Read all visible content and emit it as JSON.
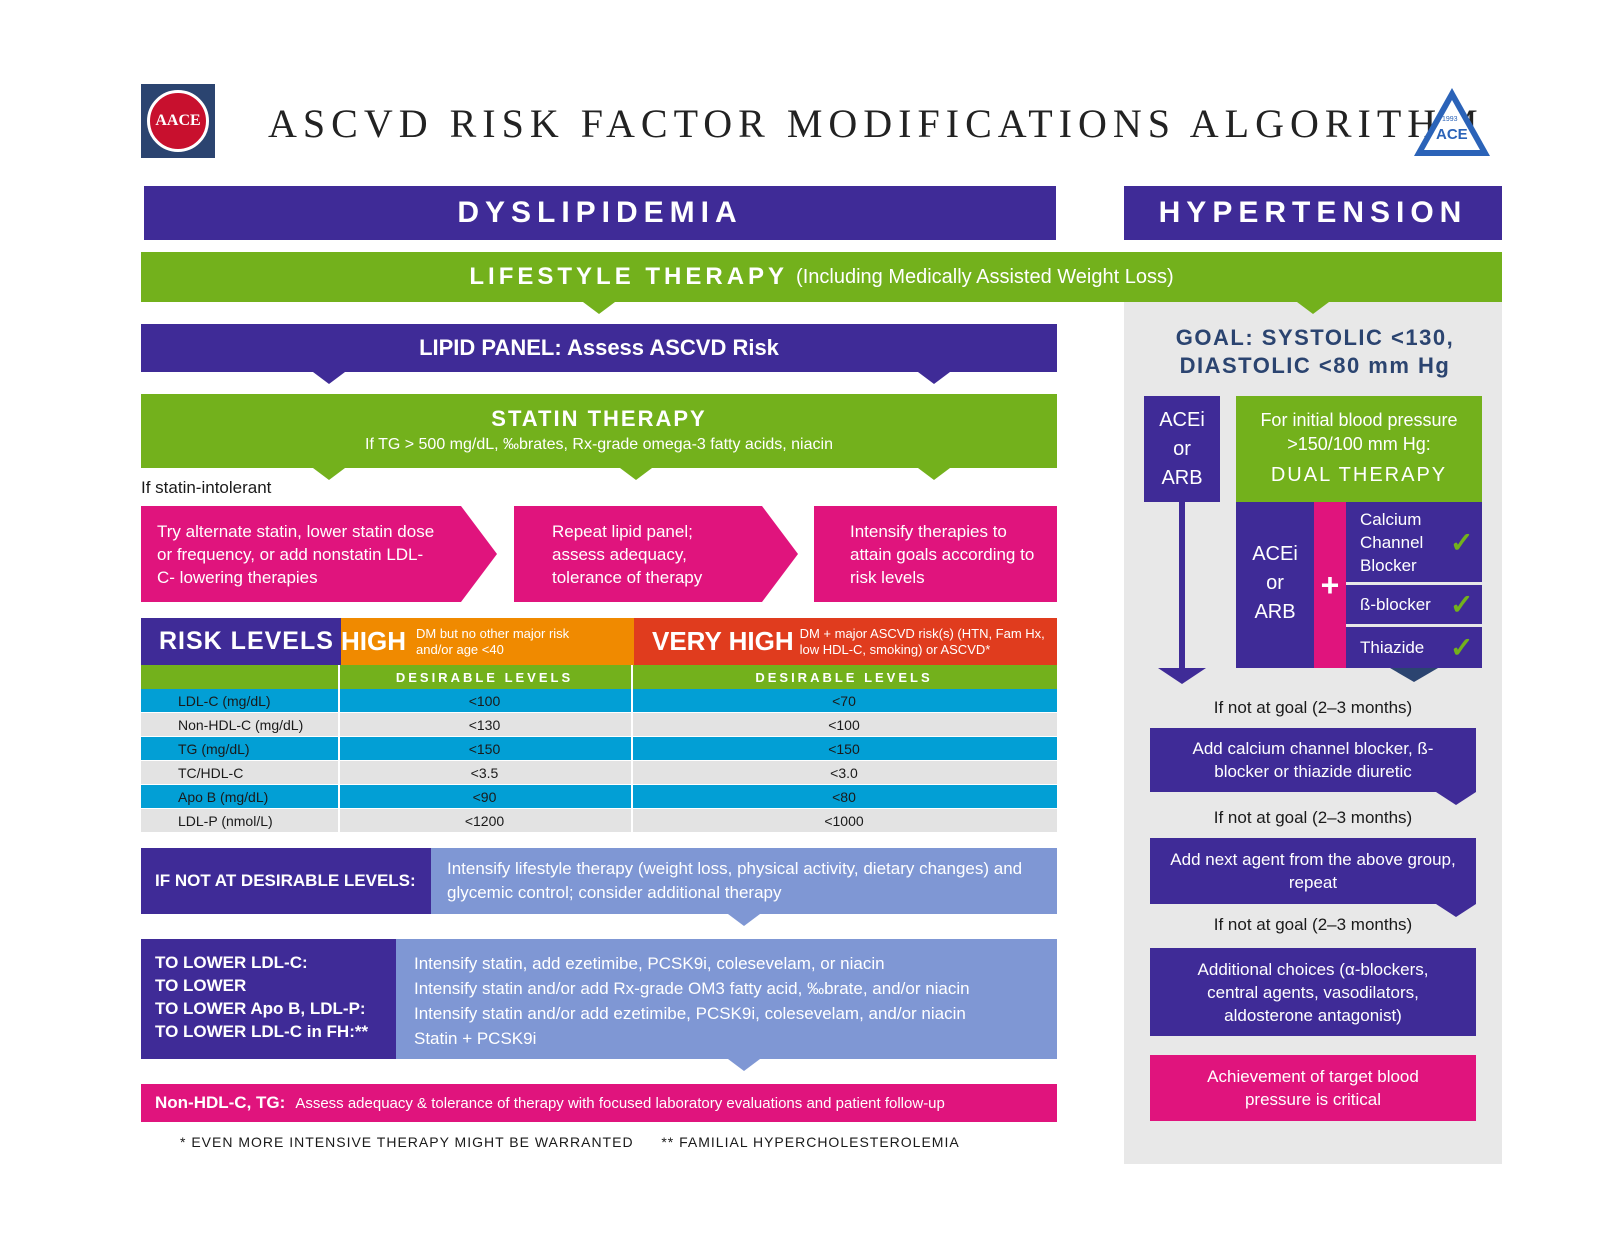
{
  "header": {
    "title": "ASCVD RISK FACTOR MODIFICATIONS ALGORITHM",
    "left_logo_text": "AACE",
    "right_logo_text": "ACE",
    "right_logo_year": "1993"
  },
  "dyslipidemia": {
    "heading": "DYSLIPIDEMIA",
    "lipid_panel": "LIPID PANEL: Assess ASCVD Risk",
    "statin_title": "STATIN THERAPY",
    "statin_sub": "If TG > 500 mg/dL, ‰brates, Rx-grade omega-3 fatty acids, niacin",
    "statin_intolerant": "If statin-intolerant",
    "steps": [
      "Try alternate statin, lower statin dose or frequency, or add nonstatin LDL-C- lowering therapies",
      "Repeat lipid panel; assess adequacy, tolerance of therapy",
      "Intensify therapies to attain goals according to risk levels"
    ],
    "risk_levels_label": "RISK LEVELS",
    "high_label": "HIGH",
    "high_desc": "DM but no other major risk and/or age <40",
    "very_high_label": "VERY HIGH",
    "very_high_desc": "DM + major ASCVD risk(s) (HTN, Fam Hx, low HDL-C, smoking) or ASCVD*",
    "desirable_label_high": "DESIRABLE LEVELS",
    "desirable_label_very_high": "DESIRABLE LEVELS",
    "table_rows": [
      {
        "name": "LDL-C (mg/dL)",
        "high": "<100",
        "very_high": "<70"
      },
      {
        "name": "Non-HDL-C (mg/dL)",
        "high": "<130",
        "very_high": "<100"
      },
      {
        "name": "TG (mg/dL)",
        "high": "<150",
        "very_high": "<150"
      },
      {
        "name": "TC/HDL-C",
        "high": "<3.5",
        "very_high": "<3.0"
      },
      {
        "name": "Apo B (mg/dL)",
        "high": "<90",
        "very_high": "<80"
      },
      {
        "name": "LDL-P (nmol/L)",
        "high": "<1200",
        "very_high": "<1000"
      }
    ],
    "not_desirable_label": "IF NOT AT DESIRABLE LEVELS:",
    "not_desirable_text": "Intensify lifestyle therapy (weight loss, physical activity, dietary changes) and glycemic control; consider additional therapy",
    "lower_labels": [
      "TO LOWER LDL-C:",
      "TO LOWER",
      "TO LOWER Apo B, LDL-P:",
      "TO LOWER LDL-C in FH:**"
    ],
    "lower_texts": [
      "Intensify statin, add ezetimibe, PCSK9i, colesevelam, or niacin",
      "Intensify statin and/or add Rx-grade OM3 fatty acid, ‰brate, and/or niacin",
      "Intensify statin and/or add ezetimibe, PCSK9i, colesevelam, and/or niacin",
      "Statin + PCSK9i"
    ],
    "assess_label": "Non-HDL-C, TG:",
    "assess_text": "Assess adequacy & tolerance of therapy with focused laboratory evaluations and patient follow-up",
    "footnote_1": "* EVEN MORE INTENSIVE THERAPY MIGHT BE WARRANTED",
    "footnote_2": "** FAMILIAL HYPERCHOLESTEROLEMIA"
  },
  "lifestyle": {
    "title": "LIFESTYLE THERAPY",
    "sub": "(Including Medically Assisted Weight Loss)"
  },
  "hypertension": {
    "heading": "HYPERTENSION",
    "goal_line1": "GOAL: SYSTOLIC <130,",
    "goal_line2": "DIASTOLIC <80 mm Hg",
    "acei_arb_top": [
      "ACEi",
      "or",
      "ARB"
    ],
    "initial_bp": "For initial blood pressure >150/100 mm Hg:",
    "dual_therapy": "DUAL THERAPY",
    "acei_arb_left": [
      "ACEi",
      "or",
      "ARB"
    ],
    "plus": "+",
    "combos": [
      "Calcium Channel Blocker",
      "ß-blocker",
      "Thiazide"
    ],
    "check": "✓",
    "if_not_goal": "If not at goal (2–3 months)",
    "step_1": "Add calcium channel blocker, ß-blocker or thiazide diuretic",
    "step_2": "Add next agent from the above group, repeat",
    "step_3": "Additional choices (α-blockers, central agents, vasodilators, aldosterone antagonist)",
    "final": "Achievement of target blood pressure is critical"
  },
  "colors": {
    "purple": "#3f2b97",
    "green": "#73b11c",
    "pink": "#e0147d",
    "orange": "#f08a00",
    "red": "#e03c1e",
    "blue_row": "#029fd5",
    "lavender": "#7f97d4",
    "panel_grey": "#e8e8e8"
  }
}
